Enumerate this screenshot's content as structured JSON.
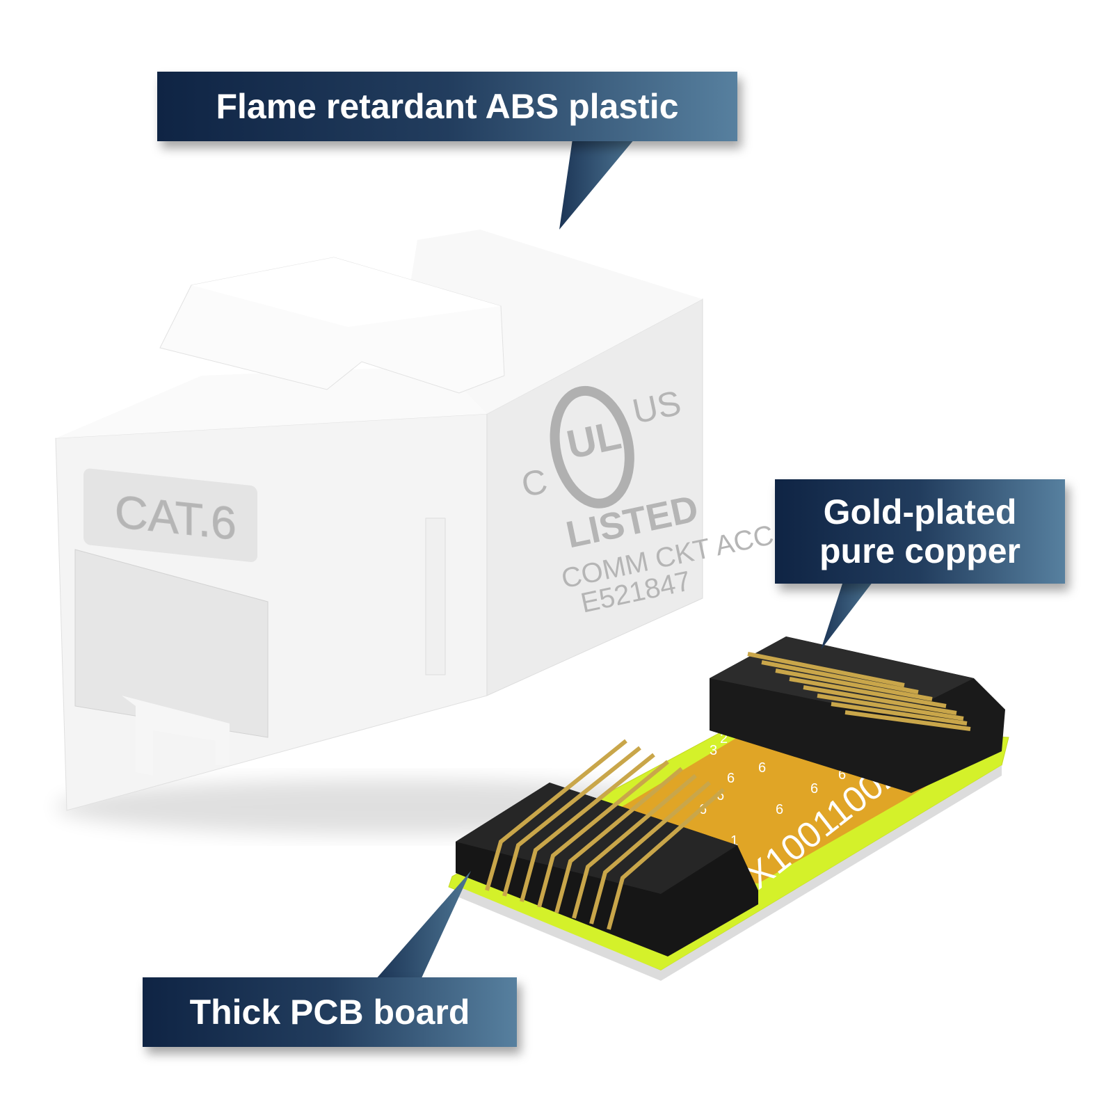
{
  "callouts": {
    "abs_plastic": "Flame retardant ABS plastic",
    "copper_line1": "Gold-plated",
    "copper_line2": "pure copper",
    "pcb": "Thick PCB board"
  },
  "product_markings": {
    "category_label": "CAT.6",
    "ul_c": "C",
    "ul_logo": "UL",
    "ul_us": "US",
    "listed": "LISTED",
    "listing_type": "COMM CKT ACC",
    "file_number": "E521847",
    "pcb_marking": "X10011002",
    "pcb_pin_numbers": [
      "2",
      "3",
      "6",
      "6",
      "6",
      "6",
      "6",
      "6",
      "6",
      "1"
    ]
  },
  "colors": {
    "callout_dark": "#0f2444",
    "callout_light": "#57809f",
    "pcb_green": "#d4f12a",
    "pcb_copper": "#e0a526",
    "gold_pin": "#c9a64a",
    "connector_black": "#1a1a1a"
  }
}
